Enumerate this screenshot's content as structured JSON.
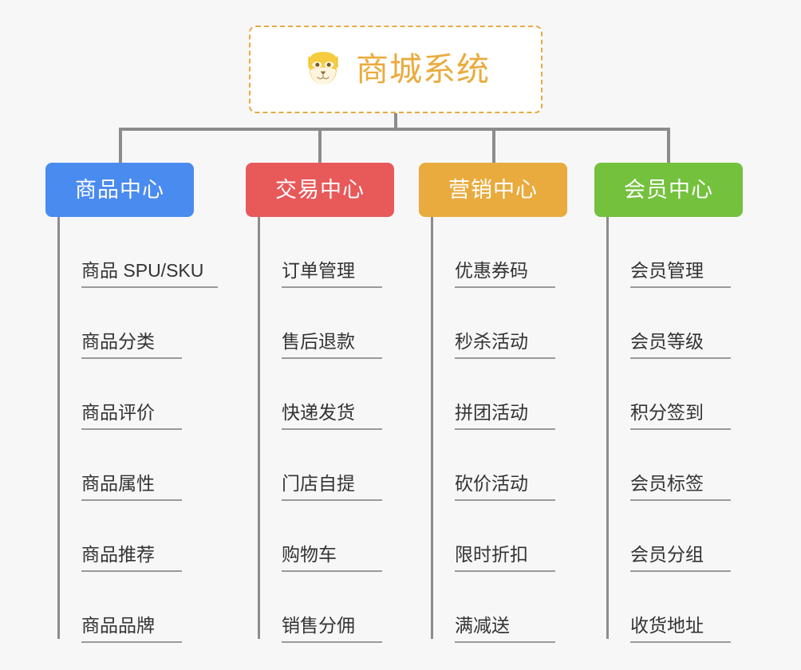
{
  "page": {
    "background_color": "#f7f7f7",
    "type": "mindmap",
    "title": "商城系统"
  },
  "root": {
    "icon": "shiba-dog-face-icon",
    "label": "商城系统",
    "text_color": "#eaab3d",
    "border_color": "#eaa93e",
    "background_color": "#ffffff"
  },
  "connector": {
    "color": "#8c8c8c"
  },
  "branches": [
    {
      "label": "商品中心",
      "color": "#4a8bf0",
      "items": [
        "商品 SPU/SKU",
        "商品分类",
        "商品评价",
        "商品属性",
        "商品推荐",
        "商品品牌"
      ]
    },
    {
      "label": "交易中心",
      "color": "#e8595a",
      "items": [
        "订单管理",
        "售后退款",
        "快递发货",
        "门店自提",
        "购物车",
        "销售分佣"
      ]
    },
    {
      "label": "营销中心",
      "color": "#e9ab3d",
      "items": [
        "优惠券码",
        "秒杀活动",
        "拼团活动",
        "砍价活动",
        "限时折扣",
        "满减送"
      ]
    },
    {
      "label": "会员中心",
      "color": "#74c13e",
      "items": [
        "会员管理",
        "会员等级",
        "积分签到",
        "会员标签",
        "会员分组",
        "收货地址"
      ]
    }
  ]
}
